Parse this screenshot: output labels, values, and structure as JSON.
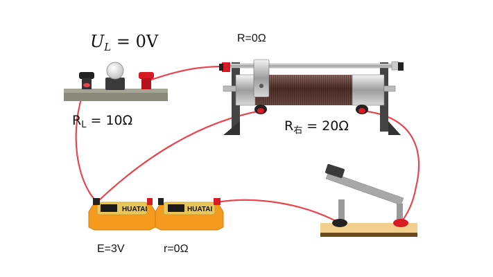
{
  "labels": {
    "lamp_voltage": "U",
    "lamp_voltage_sub": "L",
    "lamp_voltage_eq": " = 0V",
    "rheostat_resistance": "R=0Ω",
    "lamp_resistance": "R",
    "lamp_resistance_sub": "L",
    "lamp_resistance_eq": " = 10Ω",
    "right_resistance": "R",
    "right_resistance_sub": "右",
    "right_resistance_eq": " = 20Ω",
    "emf": "E=3V",
    "internal_resistance": "r=0Ω",
    "battery_brand_1": "HUATAI",
    "battery_brand_2": "HUATAI"
  },
  "colors": {
    "wire": "#e8454f",
    "terminal_red": "#d81a24",
    "terminal_black": "#222222",
    "battery_holder": "#f49a1e",
    "battery_body": "#e7c65a",
    "switch_base": "#f2cf8c",
    "base_grey": "#8a8a7a",
    "coil": "#5a3b34"
  }
}
